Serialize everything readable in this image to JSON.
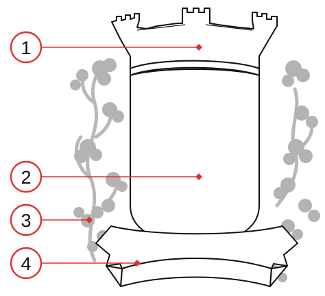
{
  "callouts": [
    {
      "number": "1",
      "part": "crown"
    },
    {
      "number": "2",
      "part": "shield"
    },
    {
      "number": "3",
      "part": "vine"
    },
    {
      "number": "4",
      "part": "ribbon"
    }
  ],
  "colors": {
    "accent": "#e03030",
    "outline": "#111111",
    "vine": "#b3b3b3"
  }
}
